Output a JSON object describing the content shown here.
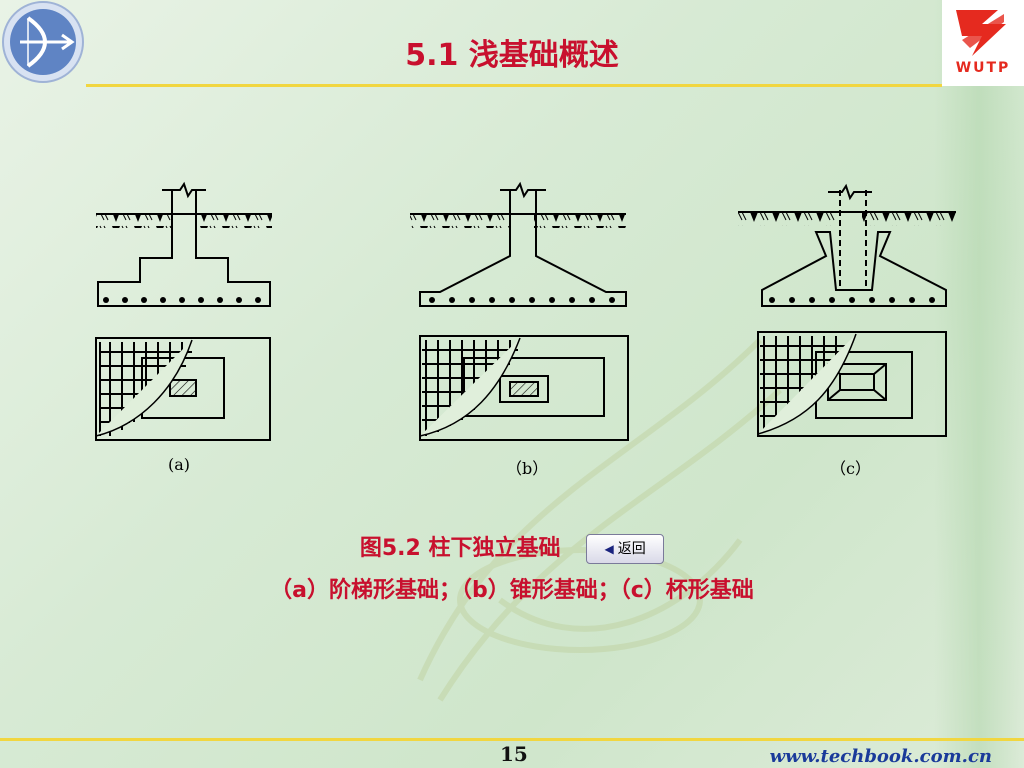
{
  "slide": {
    "title": "5.1  浅基础概述",
    "figure_labels": [
      "(a)",
      "（b）",
      "（c）"
    ],
    "caption_line1": "图5.2  柱下独立基础",
    "back_button_label": "返回",
    "caption_line2": "（a）阶梯形基础；（b）锥形基础；（c）杯形基础",
    "page_number": "15",
    "website": "www.techbook.com.cn",
    "publisher_logo_text": "WUTP"
  },
  "colors": {
    "accent_red": "#c8102e",
    "divider_yellow": "#f1d640",
    "link_blue": "#1a3a9a"
  },
  "icons": {
    "left_logo": "bow-arrow-logo-icon",
    "right_logo": "wutp-publisher-logo-icon",
    "back_arrow": "triangle-left-icon"
  }
}
